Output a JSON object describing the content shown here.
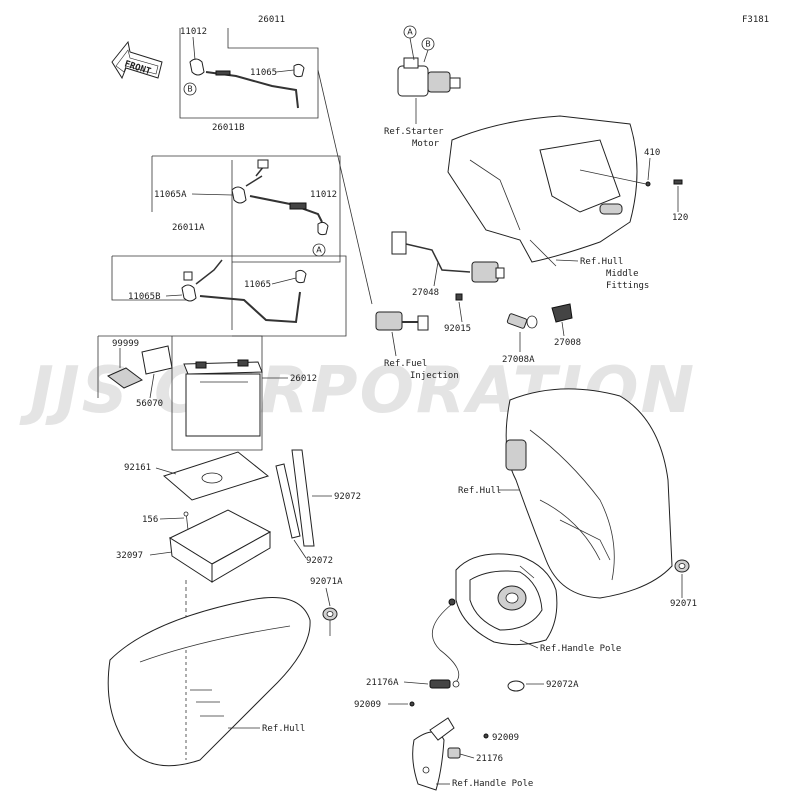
{
  "figure_code": "F3181",
  "watermark": "JJS CORPORATION",
  "front_arrow": "FRONT",
  "callouts": [
    "A",
    "B"
  ],
  "parts": {
    "p26011": "26011",
    "p11012_top": "11012",
    "p11065_top": "11065",
    "p26011B": "26011B",
    "p11065A": "11065A",
    "p11012_mid": "11012",
    "p26011A": "26011A",
    "p11065_mid": "11065",
    "p11065B": "11065B",
    "p99999": "99999",
    "p56070": "56070",
    "p26012": "26012",
    "p92161": "92161",
    "p92072_a": "92072",
    "p156": "156",
    "p32097": "32097",
    "p92072_b": "92072",
    "p92071A": "92071A",
    "p410": "410",
    "p120": "120",
    "p27048": "27048",
    "p92015": "92015",
    "p27008A": "27008A",
    "p27008": "27008",
    "p92071": "92071",
    "p21176A": "21176A",
    "p92009_a": "92009",
    "p92072A": "92072A",
    "p92009_b": "92009",
    "p21176": "21176"
  },
  "refs": {
    "starter_1": "Ref.Starter",
    "starter_2": "Motor",
    "hull_fit_1": "Ref.Hull",
    "hull_fit_2": "Middle",
    "hull_fit_3": "Fittings",
    "fuel_1": "Ref.Fuel",
    "fuel_2": "Injection",
    "hull_right": "Ref.Hull",
    "handle_pole_a": "Ref.Handle Pole",
    "hull_bottom": "Ref.Hull",
    "handle_pole_b": "Ref.Handle Pole"
  }
}
